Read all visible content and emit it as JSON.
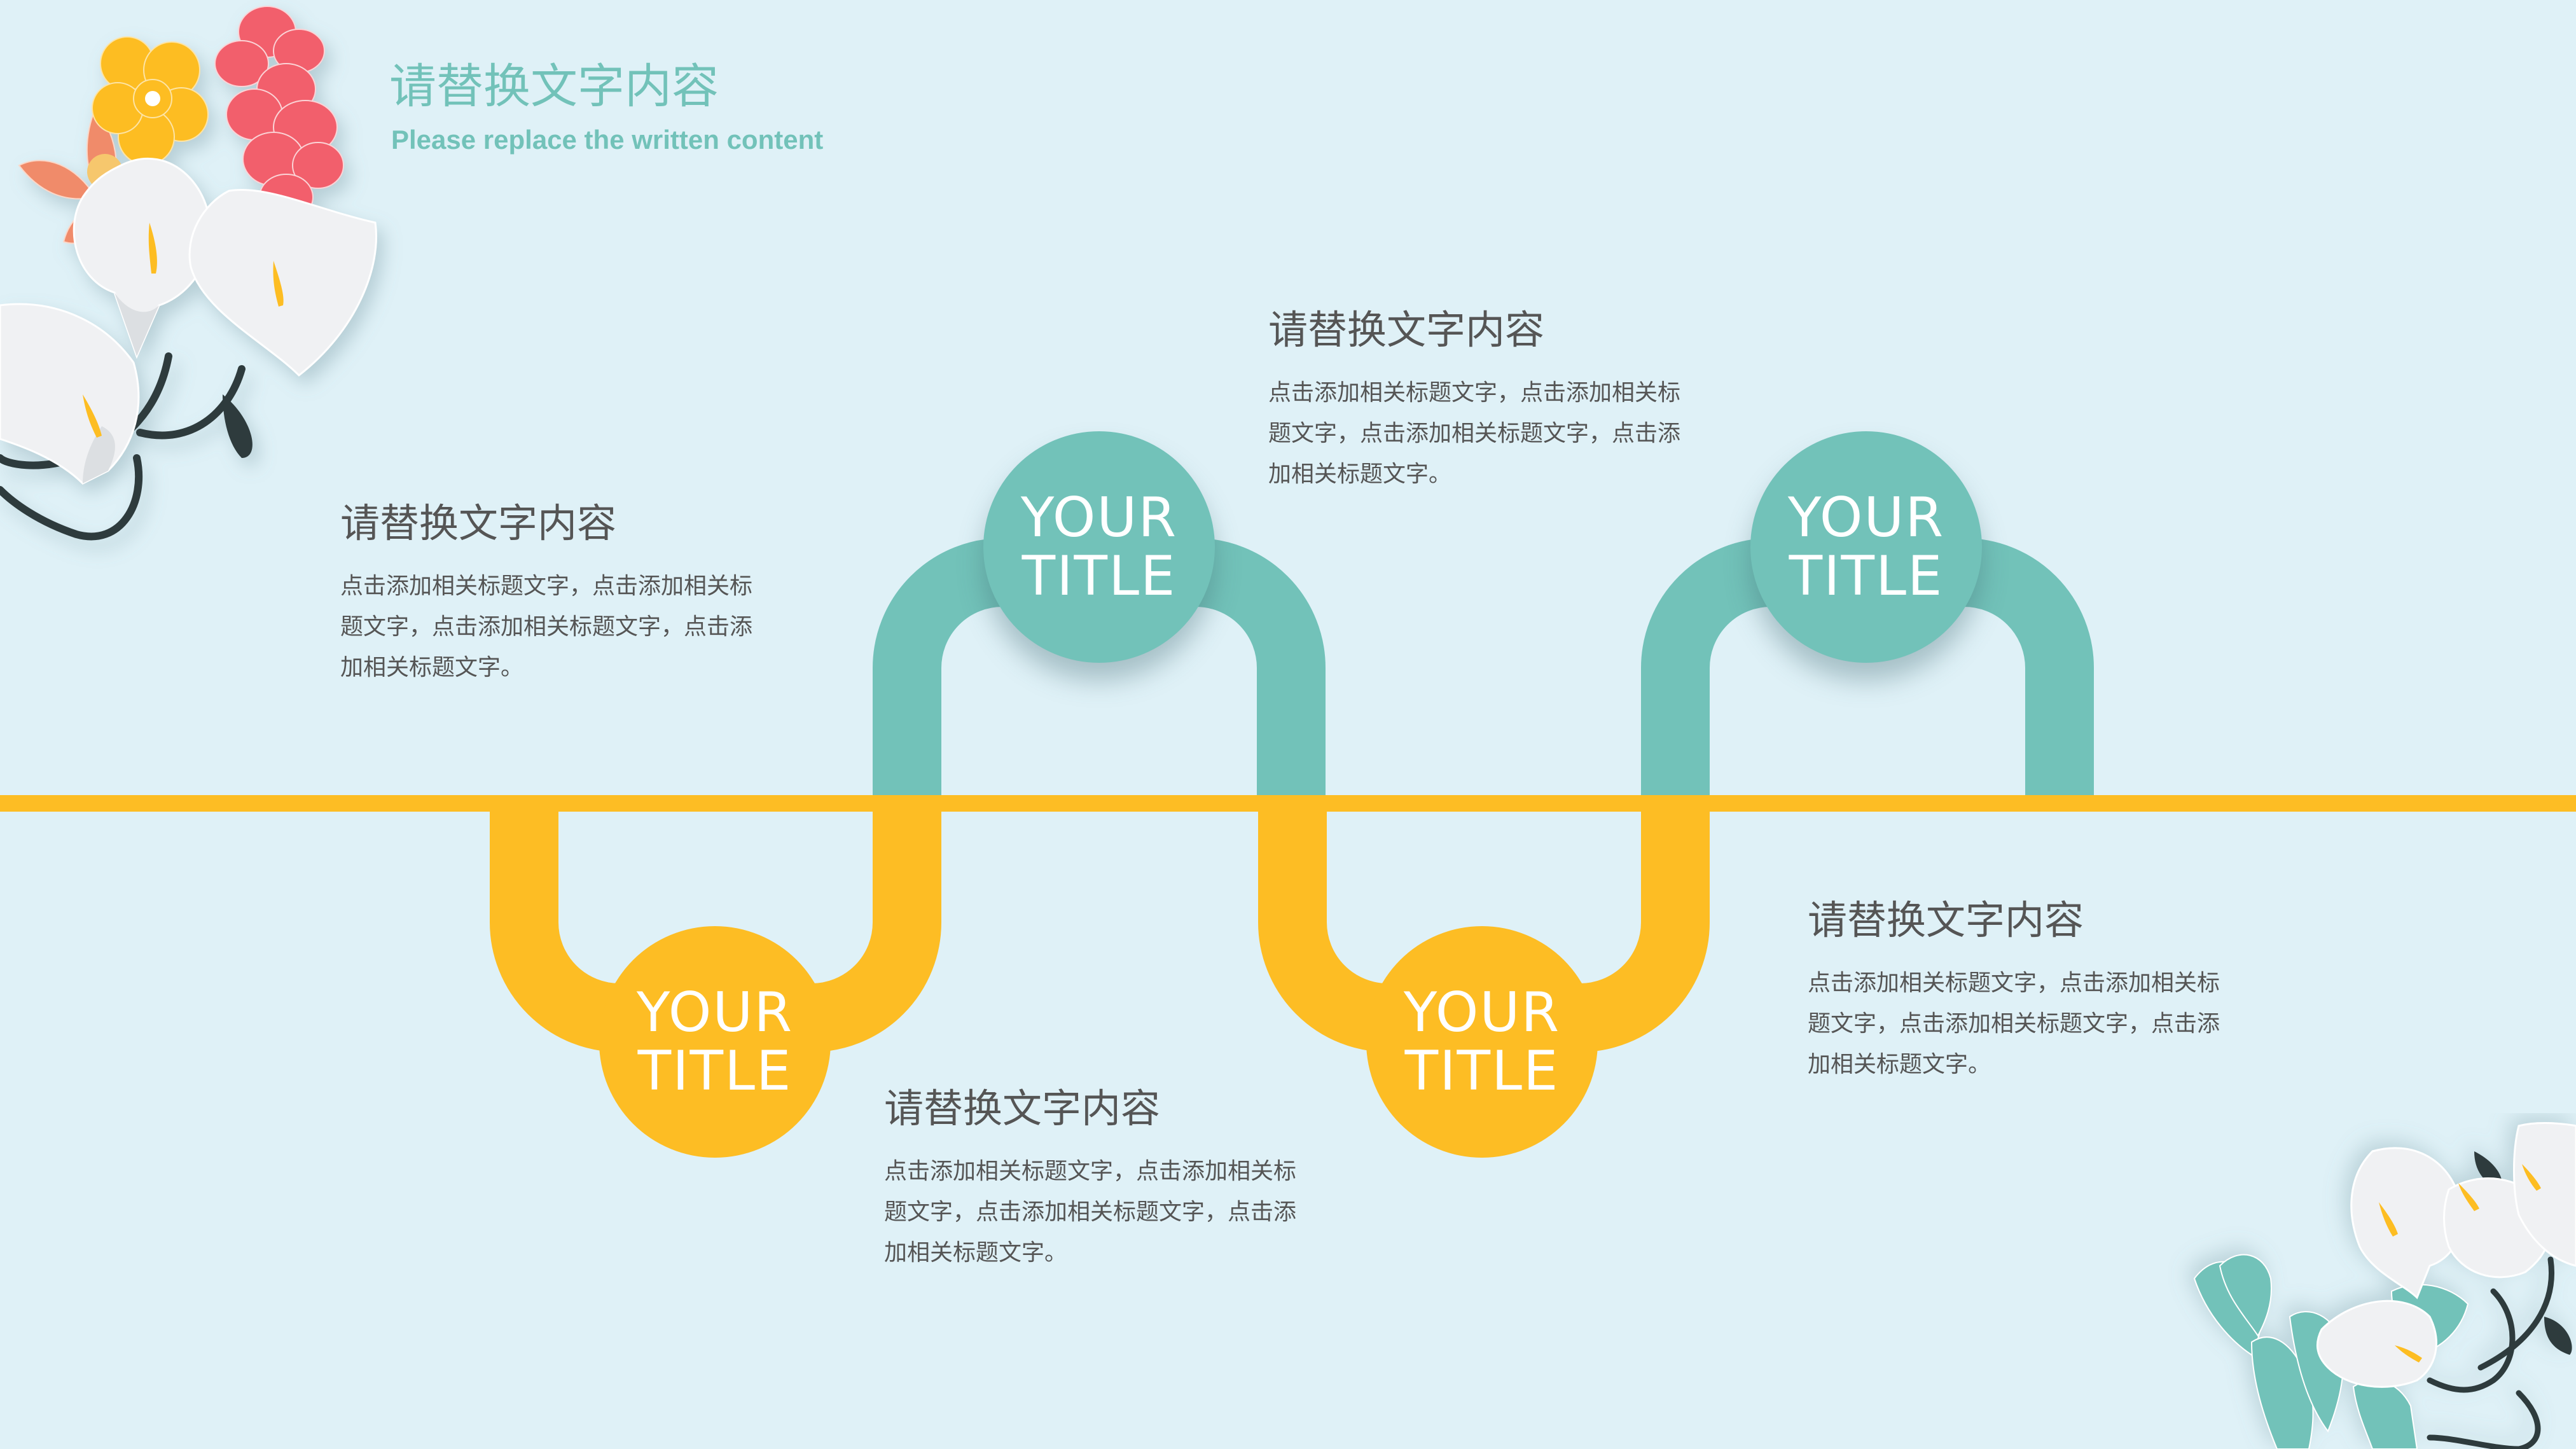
{
  "header": {
    "title": "请替换文字内容",
    "subtitle": "Please replace the written content"
  },
  "colors": {
    "background": "#dff1f7",
    "teal": "#72c2b9",
    "yellow": "#fdbd24",
    "text": "#555555"
  },
  "nodes": [
    {
      "line1": "YOUR",
      "line2": "TITLE",
      "color": "yellow",
      "position": "below"
    },
    {
      "line1": "YOUR",
      "line2": "TITLE",
      "color": "teal",
      "position": "above"
    },
    {
      "line1": "YOUR",
      "line2": "TITLE",
      "color": "yellow",
      "position": "below"
    },
    {
      "line1": "YOUR",
      "line2": "TITLE",
      "color": "teal",
      "position": "above"
    }
  ],
  "blocks": [
    {
      "title": "请替换文字内容",
      "body": "点击添加相关标题文字，点击添加相关标题文字，点击添加相关标题文字，点击添加相关标题文字。"
    },
    {
      "title": "请替换文字内容",
      "body": "点击添加相关标题文字，点击添加相关标题文字，点击添加相关标题文字，点击添加相关标题文字。"
    },
    {
      "title": "请替换文字内容",
      "body": "点击添加相关标题文字，点击添加相关标题文字，点击添加相关标题文字，点击添加相关标题文字。"
    },
    {
      "title": "请替换文字内容",
      "body": "点击添加相关标题文字，点击添加相关标题文字，点击添加相关标题文字，点击添加相关标题文字。"
    }
  ],
  "decorations": {
    "top_left": "calla-lily-and-flower-bouquet",
    "bottom_right": "calla-lily-and-teal-freesia-bouquet"
  }
}
